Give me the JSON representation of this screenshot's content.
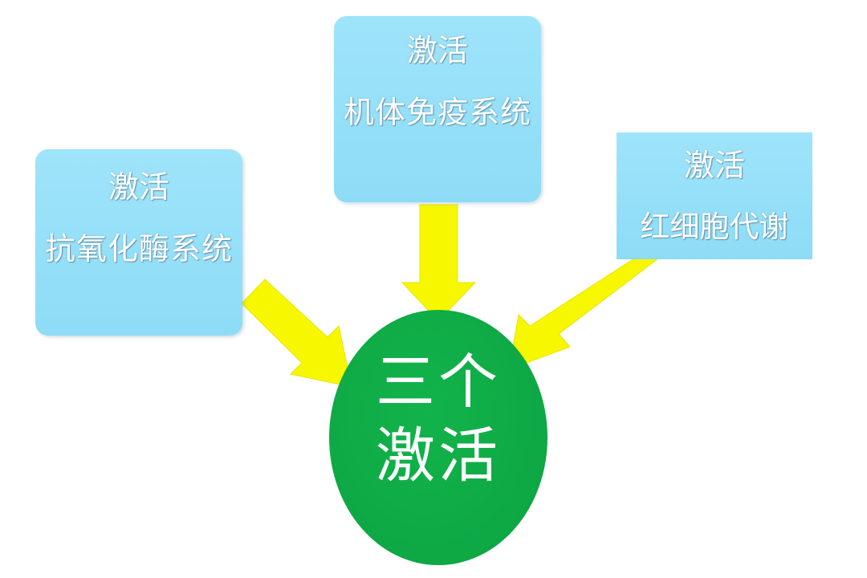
{
  "diagram": {
    "left_box": {
      "line1": "激活",
      "line2": "抗氧化酶系统"
    },
    "top_box": {
      "line1": "激活",
      "line2": "机体免疫系统"
    },
    "right_box": {
      "line1": "激活",
      "line2": "红细胞代谢"
    },
    "center": {
      "line1": "三个",
      "line2": "激活"
    }
  },
  "colors": {
    "box_fill": "#94e0f8",
    "arrow_fill": "#f7f700",
    "center_fill": "#10ab47",
    "text": "#ffffff"
  }
}
